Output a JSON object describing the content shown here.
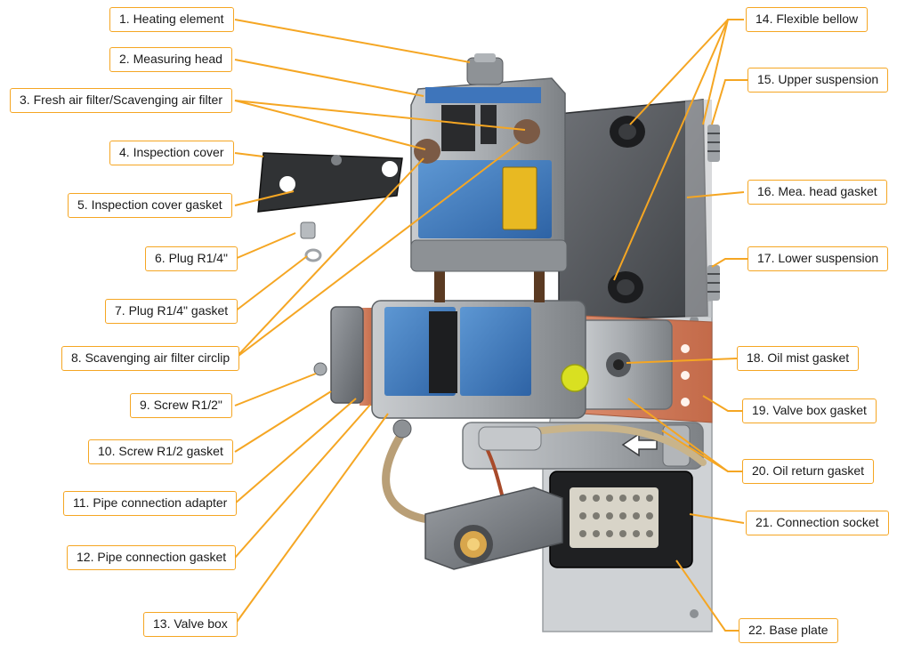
{
  "diagram": {
    "accent_color": "#f5a623",
    "callouts": [
      {
        "id": "c1",
        "text": "1. Heating element"
      },
      {
        "id": "c2",
        "text": "2. Measuring head"
      },
      {
        "id": "c3",
        "text": "3. Fresh air filter/Scavenging air filter"
      },
      {
        "id": "c4",
        "text": "4. Inspection cover"
      },
      {
        "id": "c5",
        "text": "5. Inspection cover gasket"
      },
      {
        "id": "c6",
        "text": "6. Plug R1/4\""
      },
      {
        "id": "c7",
        "text": "7. Plug R1/4\" gasket"
      },
      {
        "id": "c8",
        "text": "8. Scavenging air filter circlip"
      },
      {
        "id": "c9",
        "text": "9. Screw R1/2\""
      },
      {
        "id": "c10",
        "text": "10. Screw R1/2 gasket"
      },
      {
        "id": "c11",
        "text": "11. Pipe connection adapter"
      },
      {
        "id": "c12",
        "text": "12. Pipe connection gasket"
      },
      {
        "id": "c13",
        "text": "13. Valve box"
      },
      {
        "id": "c14",
        "text": "14. Flexible bellow"
      },
      {
        "id": "c15",
        "text": "15. Upper suspension"
      },
      {
        "id": "c16",
        "text": "16. Mea. head gasket"
      },
      {
        "id": "c17",
        "text": "17. Lower suspension"
      },
      {
        "id": "c18",
        "text": "18. Oil mist gasket"
      },
      {
        "id": "c19",
        "text": "19. Valve box gasket"
      },
      {
        "id": "c20",
        "text": "20. Oil return gasket"
      },
      {
        "id": "c21",
        "text": "21. Connection socket"
      },
      {
        "id": "c22",
        "text": "22. Base plate"
      }
    ]
  }
}
